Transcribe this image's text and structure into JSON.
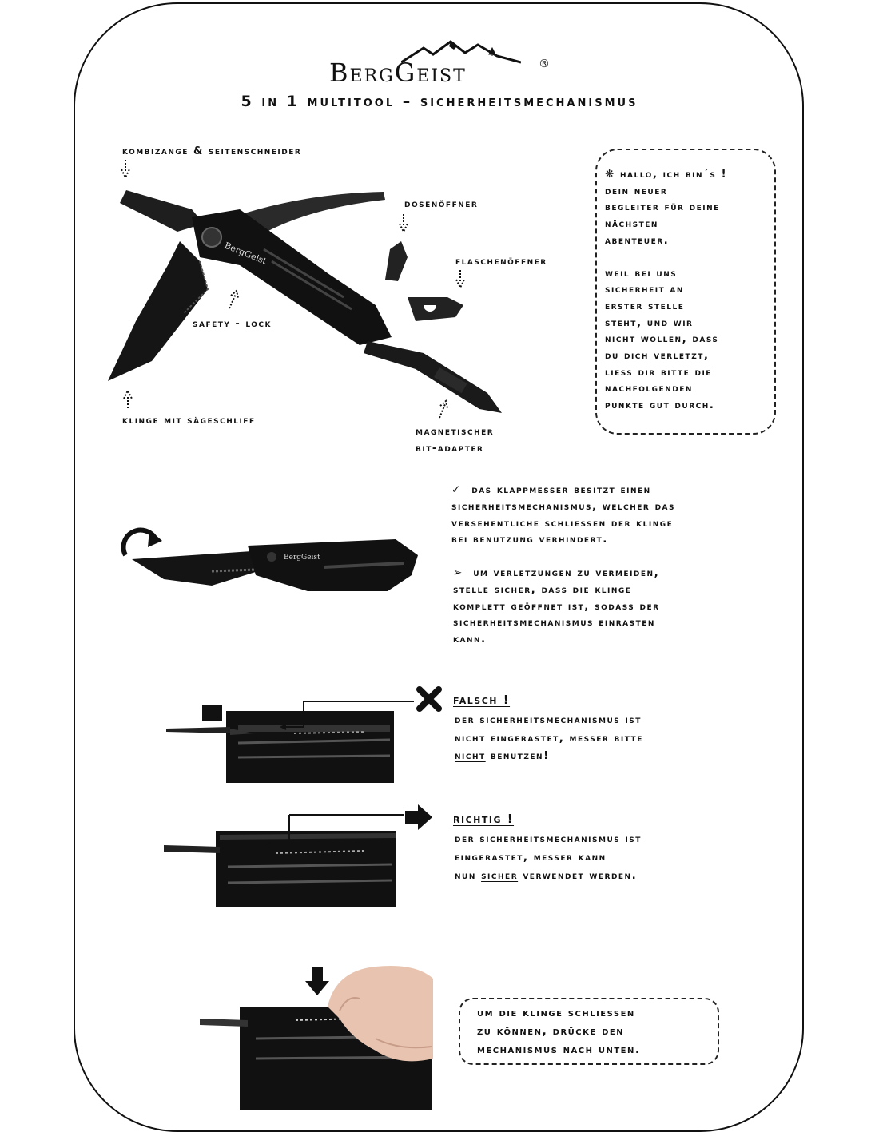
{
  "brand": {
    "name": "BergGeist",
    "mark": "®"
  },
  "title": "5 in 1 Multitool – Sicherheitsmechanismus",
  "tool_labels": {
    "pliers": "Kombizange & Seitenschneider",
    "can_opener": "Dosenöffner",
    "bottle_opener": "Flaschenöffner",
    "safety_lock": "Safety - Lock",
    "blade": "KLinge mit Sägeschliff",
    "bit_adapter_line1": "Magnetischer",
    "bit_adapter_line2": "Bit-Adapter"
  },
  "info_box": {
    "greeting": "Hallo, ich bin´s !",
    "line1": "Dein neuer",
    "line2": "Begleiter für deine",
    "line3": "nächsten",
    "line4": "Abenteuer.",
    "line5": "Weil bei Uns",
    "line6": "Sicherheit an",
    "line7": "erster Stelle",
    "line8": "steht, und wir",
    "line9": "nicht wollen, dass",
    "line10": "du dich verletzt,",
    "line11": "liess dir bitte die",
    "line12": "nachfolgenden",
    "line13": "Punkte gut durch."
  },
  "points": {
    "check_l1": "Das Klappmesser besitzt einen",
    "check_l2": "Sicherheitsmechanismus, welcher das",
    "check_l3": "versehentliche schliessen der Klinge",
    "check_l4": "bei Benutzung verhindert.",
    "arrow_l1": "Um Verletzungen zu vermeiden,",
    "arrow_l2": "stelle sicher, dass die Klinge",
    "arrow_l3": "komplett geöffnet ist, sodass der",
    "arrow_l4": "Sicherheitsmechanismus einrasten",
    "arrow_l5": "kann."
  },
  "wrong": {
    "heading": "Falsch !",
    "l1": "Der Sicherheitsmechanismus ist",
    "l2a": "nicht eingerastet, Messer bitte",
    "l3_em": "NICHT",
    "l3_rest": " benutzen!"
  },
  "right": {
    "heading": "Richtig !",
    "l1": "Der Sicherheitsmechanismus ist",
    "l2": "eingerastet, Messer kann",
    "l3_pre": "nun ",
    "l3_em": "SICHER",
    "l3_rest": " verwendet werden."
  },
  "close_box": {
    "l1": "Um die Klinge schliessen",
    "l2": "zu können, drücke den",
    "l3": "Mechanismus nach unten."
  }
}
